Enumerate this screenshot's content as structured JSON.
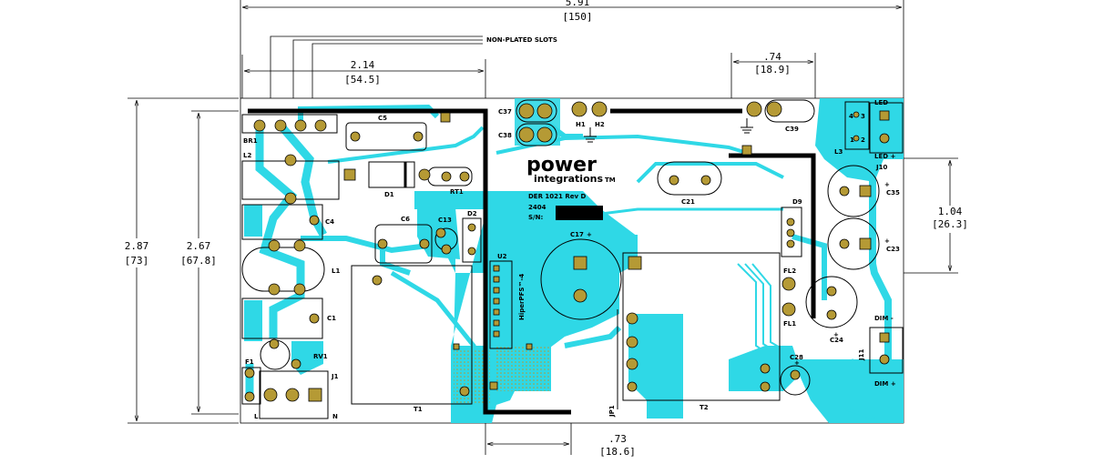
{
  "dimensions": {
    "overall_width": {
      "inch": "5.91",
      "mm": "[150]"
    },
    "slot_offset": {
      "inch": "2.14",
      "mm": "[54.5]"
    },
    "ground_spacing": {
      "inch": ".74",
      "mm": "[18.9]"
    },
    "board_height": {
      "inch": "2.87",
      "mm": "[73]"
    },
    "inner_height": {
      "inch": "2.67",
      "mm": "[67.8]"
    },
    "led_cap_spacing": {
      "inch": "1.04",
      "mm": "[26.3]"
    },
    "bottom_offset": {
      "inch": ".73",
      "mm": "[18.6]"
    }
  },
  "notes": {
    "slots": "NON-PLATED SLOTS"
  },
  "logo": {
    "line1": "power",
    "line2": "integrations",
    "tm": "TM"
  },
  "board_info": {
    "part": "DER 1021 Rev D",
    "date": "2404",
    "serial_label": "S/N:"
  },
  "designators": {
    "br1": "BR1",
    "c5": "C5",
    "c37": "C37",
    "c38": "C38",
    "h1": "H1",
    "h2": "H2",
    "c39": "C39",
    "l2": "L2",
    "d1": "D1",
    "rt1": "RT1",
    "c21": "C21",
    "c4": "C4",
    "c6": "C6",
    "c13": "C13",
    "d2": "D2",
    "u2": "U2",
    "u2_part": "HiperPFS™-4",
    "c17": "C17",
    "c17_pol": "+",
    "l1": "L1",
    "c1": "C1",
    "rv1": "RV1",
    "f1": "F1",
    "j1": "J1",
    "j1_l": "L",
    "j1_n": "N",
    "t1": "T1",
    "t2": "T2",
    "jp1": "JP1",
    "d9": "D9",
    "fl2": "FL2",
    "fl1": "FL1",
    "c24": "C24",
    "c28": "C28",
    "c35": "C35",
    "c23": "C23",
    "j10": "J10",
    "l3": "L3",
    "j11": "J11",
    "led_minus": "LED -",
    "led_plus": "LED +",
    "dim_minus": "DIM -",
    "dim_plus": "DIM +",
    "pin1": "1",
    "pin2": "2",
    "pin3": "3",
    "pin4": "4",
    "plus": "+"
  }
}
